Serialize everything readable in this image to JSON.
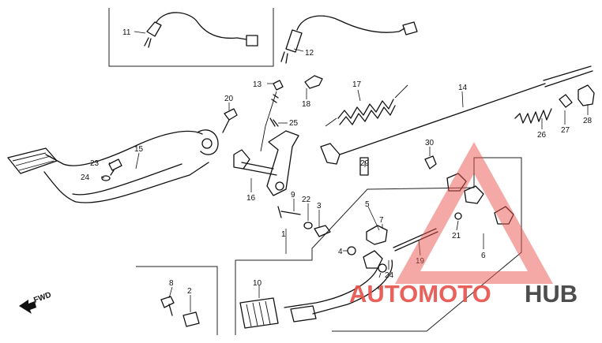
{
  "diagram": {
    "direction_label": "FWD",
    "callouts": [
      {
        "id": "c1",
        "text": "1"
      },
      {
        "id": "c2",
        "text": "2"
      },
      {
        "id": "c3",
        "text": "3"
      },
      {
        "id": "c4a",
        "text": "4"
      },
      {
        "id": "c4b",
        "text": "4"
      },
      {
        "id": "c5",
        "text": "5"
      },
      {
        "id": "c6",
        "text": "6"
      },
      {
        "id": "c7",
        "text": "7"
      },
      {
        "id": "c8",
        "text": "8"
      },
      {
        "id": "c9",
        "text": "9"
      },
      {
        "id": "c10",
        "text": "10"
      },
      {
        "id": "c11",
        "text": "11"
      },
      {
        "id": "c12",
        "text": "12"
      },
      {
        "id": "c13",
        "text": "13"
      },
      {
        "id": "c14",
        "text": "14"
      },
      {
        "id": "c15",
        "text": "15"
      },
      {
        "id": "c16",
        "text": "16"
      },
      {
        "id": "c17",
        "text": "17"
      },
      {
        "id": "c18",
        "text": "18"
      },
      {
        "id": "c19",
        "text": "19"
      },
      {
        "id": "c20",
        "text": "20"
      },
      {
        "id": "c21",
        "text": "21"
      },
      {
        "id": "c22",
        "text": "22"
      },
      {
        "id": "c23",
        "text": "23"
      },
      {
        "id": "c24a",
        "text": "24"
      },
      {
        "id": "c24b",
        "text": "24"
      },
      {
        "id": "c25",
        "text": "25"
      },
      {
        "id": "c26",
        "text": "26"
      },
      {
        "id": "c27",
        "text": "27"
      },
      {
        "id": "c28",
        "text": "28"
      },
      {
        "id": "c29",
        "text": "29"
      },
      {
        "id": "c30",
        "text": "30"
      }
    ]
  },
  "watermark": {
    "text_part1": "AUTOMOTO",
    "text_part2": "HUB",
    "color_primary": "#e8514a",
    "color_secondary": "#3a3a3a"
  }
}
